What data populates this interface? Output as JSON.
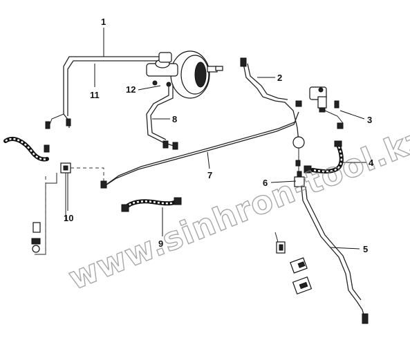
{
  "labels": {
    "l1": "1",
    "l2": "2",
    "l3": "3",
    "l4": "4",
    "l5": "5",
    "l6": "6",
    "l7": "7",
    "l8": "8",
    "l9": "9",
    "l10": "10",
    "l11": "11",
    "l12": "12"
  },
  "watermark": "www.sinhron-tool.kz"
}
